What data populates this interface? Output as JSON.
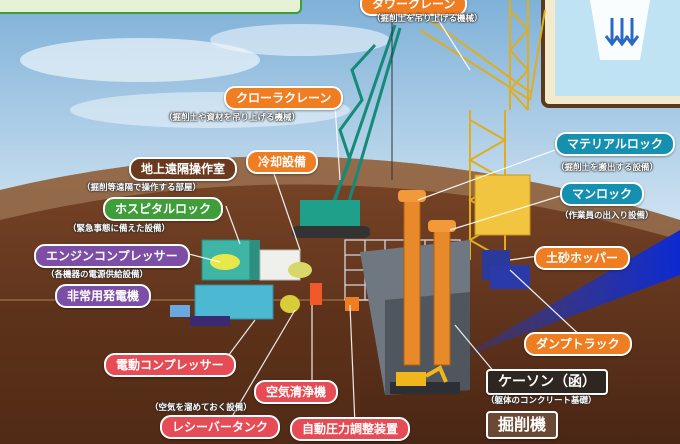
{
  "colors": {
    "sky_top": "#86b8dc",
    "sky_bottom": "#d9e9f3",
    "ground": "#6b3b23",
    "crane_green": "#1f9a86",
    "crane_yellow": "#f0c43a",
    "pipe_orange": "#e98a2a",
    "night_blue": "#1d3cd8"
  },
  "labels": {
    "top_crane": "タワークレーン",
    "top_crane_note": "（掘削土を吊り上げる機械）",
    "crawler_crane": "クローラクレーン",
    "crawler_crane_note": "（掘削土や資材を吊り上げる機械）",
    "ground_control": "地上遠隔操作室",
    "ground_control_note": "（掘削等遠隔で操作する部屋）",
    "cooling": "冷却設備",
    "hospital_lock": "ホスピタルロック",
    "hospital_lock_note": "（緊急事態に備えた設備）",
    "engine_compressor": "エンジンコンプレッサー",
    "engine_compressor_note": "（各機器の電源供給設備）",
    "emergency_generator": "非常用発電機",
    "material_lock": "マテリアルロック",
    "material_lock_note": "（掘削土を搬出する設備）",
    "man_lock": "マンロック",
    "man_lock_note": "（作業員の出入り設備）",
    "soil_hopper": "土砂ホッパー",
    "dump_truck": "ダンプトラック",
    "electric_compressor": "電動コンプレッサー",
    "caisson": "ケーソン（函）",
    "caisson_note": "（躯体のコンクリート基礎）",
    "air_cleaner": "空気清浄機",
    "receiver_tank_note": "（空気を溜めておく設備）",
    "receiver_tank": "レシーバータンク",
    "auto_pressure": "自動圧力調整装置",
    "excavator": "掘削機"
  }
}
